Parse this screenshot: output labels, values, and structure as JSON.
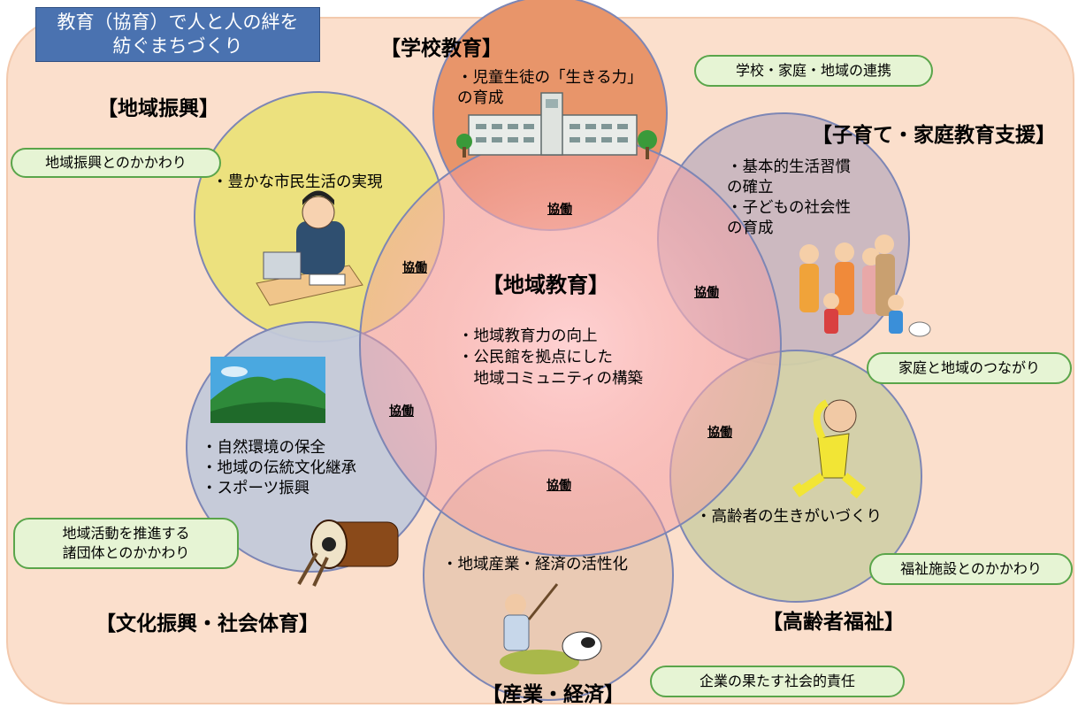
{
  "title": "教育（協育）で人と人の絆を\n紡ぐまちづくり",
  "center": {
    "heading": "【地域教育】",
    "bullets": "・地域教育力の向上\n・公民館を拠点にした\n　地域コミュニティの構築"
  },
  "circles": {
    "school": {
      "heading": "【学校教育】",
      "text": "・児童生徒の「生きる力」\nの育成"
    },
    "regional_promotion": {
      "heading": "【地域振興】",
      "text": "・豊かな市民生活の実現"
    },
    "childcare": {
      "heading": "【子育て・家庭教育支援】",
      "text": "・基本的生活習慣\nの確立\n・子どもの社会性\nの育成"
    },
    "culture": {
      "heading": "【文化振興・社会体育】",
      "text": "・自然環境の保全\n・地域の伝統文化継承\n・スポーツ振興"
    },
    "elderly": {
      "heading": "【高齢者福祉】",
      "text": "・高齢者の生きがいづくり"
    },
    "industry": {
      "heading": "【産業・経済】",
      "text": "・地域産業・経済の活性化"
    }
  },
  "collab_label": "協働",
  "pills": {
    "school_home_region": "学校・家庭・地域の連携",
    "regional_promotion": "地域振興とのかかわり",
    "home_region": "家庭と地域のつながり",
    "groups": "地域活動を推進する\n諸団体とのかかわり",
    "welfare": "福祉施設とのかかわり",
    "csr": "企業の果たす社会的責任"
  },
  "colors": {
    "background_panel": "#fbdfcc",
    "title_box": "#4a72b0",
    "school_circle": "#e8956a",
    "regional_circle": "#ece17e",
    "childcare_circle": "#c9b6bf",
    "culture_circle": "#c3c9d9",
    "elderly_circle": "#d2cfa8",
    "industry_circle": "#e9c8b2",
    "center_circle": "#f2a4a8",
    "circle_outline": "#7d86b5",
    "pill_fill": "#e6f4d4",
    "pill_border": "#5aa54a"
  },
  "icons": [
    "school-building-icon",
    "office-worker-icon",
    "family-icon",
    "mountain-landscape-icon",
    "taiko-drum-icon",
    "elderly-exercise-icon",
    "farmer-cow-icon"
  ]
}
